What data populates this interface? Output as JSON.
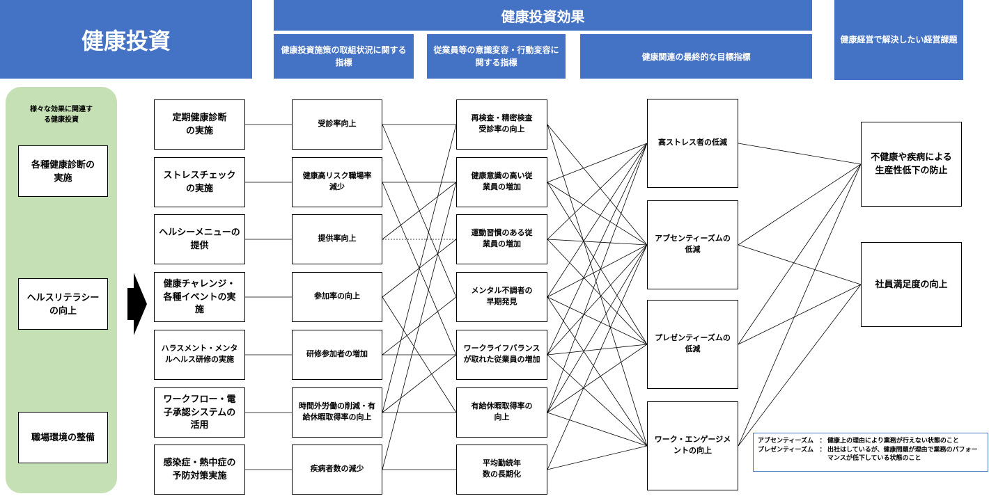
{
  "headers": {
    "investment": "健康投資",
    "effect": "健康投資効果",
    "indicator_initiative": "健康投資施策の取組状況に関する指標",
    "indicator_awareness": "従業員等の意識変容・行動変容に関する指標",
    "indicator_final": "健康関連の最終的な目標指標",
    "management_issue": "健康経営で解決したい経営課題"
  },
  "sidebar": {
    "title": "様々な効果に関連する健康投資",
    "items": [
      {
        "label": "各種健康診断の実施"
      },
      {
        "label": "ヘルスリテラシーの向上"
      },
      {
        "label": "職場環境の整備"
      }
    ]
  },
  "investments": [
    {
      "label": "定期健康診断の実施"
    },
    {
      "label": "ストレスチェックの実施"
    },
    {
      "label": "ヘルシーメニューの提供"
    },
    {
      "label": "健康チャレンジ・各種イベントの実施"
    },
    {
      "label": "ハラスメント・メンタルヘルス研修の実施"
    },
    {
      "label": "ワークフロー・電子承認システムの活用"
    },
    {
      "label": "感染症・熱中症の予防対策実施"
    }
  ],
  "initiative_indicators": [
    {
      "label": "受診率向上"
    },
    {
      "label": "健康高リスク職場率減少"
    },
    {
      "label": "提供率向上"
    },
    {
      "label": "参加率の向上"
    },
    {
      "label": "研修参加者の増加"
    },
    {
      "label": "時間外労働の削減・有給休暇取得率の向上"
    },
    {
      "label": "疾病者数の減少"
    }
  ],
  "awareness_indicators": [
    {
      "label": "再検査・精密検査受診率の向上"
    },
    {
      "label": "健康意識の高い従業員の増加"
    },
    {
      "label": "運動習慣のある従業員の増加"
    },
    {
      "label": "メンタル不調者の早期発見"
    },
    {
      "label": "ワークライフバランスが取れた従業員の増加"
    },
    {
      "label": "有給休暇取得率の向上"
    },
    {
      "label": "平均勤続年数の長期化"
    }
  ],
  "final_indicators": [
    {
      "label": "高ストレス者の低減"
    },
    {
      "label": "アブセンティーズムの低減"
    },
    {
      "label": "プレゼンティーズムの低減"
    },
    {
      "label": "ワーク・エンゲージメントの向上"
    }
  ],
  "management_issues": [
    {
      "label": "不健康や疾病による生産性低下の防止"
    },
    {
      "label": "社員満足度の向上"
    }
  ],
  "legend": [
    {
      "term": "アブセンティーズム",
      "sep": "：",
      "desc": "健康上の理由により業務が行えない状態のこと"
    },
    {
      "term": "プレゼンティーズム",
      "sep": "：",
      "desc": "出社はしているが、健康問題が理由で業務のパフォーマンスが低下している状態のこと"
    }
  ],
  "connections": {
    "investment_to_initiative": [
      [
        0,
        0
      ],
      [
        1,
        1
      ],
      [
        2,
        2
      ],
      [
        3,
        3
      ],
      [
        4,
        4
      ],
      [
        5,
        5
      ],
      [
        6,
        6
      ]
    ],
    "initiative_to_awareness": [
      [
        0,
        0
      ],
      [
        0,
        3
      ],
      [
        1,
        1
      ],
      [
        1,
        4
      ],
      [
        2,
        1
      ],
      [
        2,
        2
      ],
      [
        3,
        2
      ],
      [
        3,
        5
      ],
      [
        4,
        3
      ],
      [
        4,
        4
      ],
      [
        5,
        4
      ],
      [
        5,
        5
      ],
      [
        5,
        0
      ],
      [
        6,
        6
      ],
      [
        6,
        1
      ]
    ],
    "initiative_to_awareness_dashed": [
      [
        2,
        2
      ]
    ],
    "awareness_to_final": [
      [
        0,
        1
      ],
      [
        0,
        3
      ],
      [
        1,
        0
      ],
      [
        1,
        1
      ],
      [
        1,
        2
      ],
      [
        2,
        0
      ],
      [
        2,
        1
      ],
      [
        2,
        2
      ],
      [
        3,
        0
      ],
      [
        3,
        1
      ],
      [
        3,
        2
      ],
      [
        3,
        3
      ],
      [
        4,
        0
      ],
      [
        4,
        1
      ],
      [
        4,
        2
      ],
      [
        4,
        3
      ],
      [
        5,
        0
      ],
      [
        5,
        1
      ],
      [
        5,
        2
      ],
      [
        5,
        3
      ],
      [
        6,
        1
      ],
      [
        6,
        3
      ]
    ],
    "final_to_issue": [
      [
        0,
        0
      ],
      [
        1,
        0
      ],
      [
        1,
        1
      ],
      [
        2,
        0
      ],
      [
        2,
        1
      ],
      [
        3,
        0
      ],
      [
        3,
        1
      ]
    ]
  }
}
